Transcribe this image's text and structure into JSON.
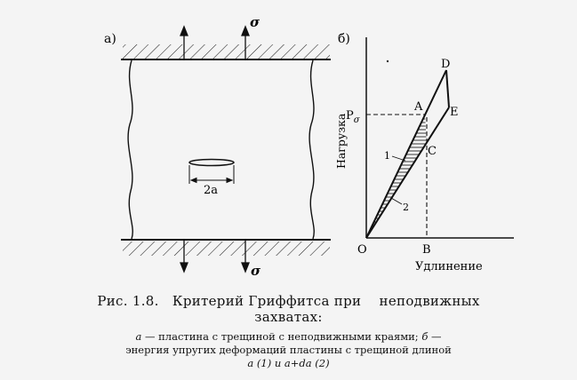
{
  "panel_a": {
    "label": "а)",
    "sigma_top": "σ",
    "sigma_bottom": "σ",
    "crack_label": "2a"
  },
  "panel_b": {
    "label": "б)",
    "y_axis_label": "Нагрузка",
    "x_axis_label": "Удлинение",
    "p_sigma_main": "P",
    "p_sigma_sub": "σ",
    "points": {
      "O": "O",
      "A": "A",
      "B": "B",
      "C": "C",
      "D": "D",
      "E": "E"
    },
    "line_1": "1",
    "line_2": "2"
  },
  "caption": {
    "line1": "Рис. 1.8.   Критерий Гриффитса при    неподвижных",
    "line2": "захватах:",
    "desc1_a": "а",
    "desc1_rest": " — пластина с трещиной с неподвижными краями; ",
    "desc1_b": "б",
    "desc1_dash": " —",
    "desc2": "энергия упругих деформаций пластины с трещиной длиной",
    "desc3": "a (1) и a+da (2)"
  }
}
